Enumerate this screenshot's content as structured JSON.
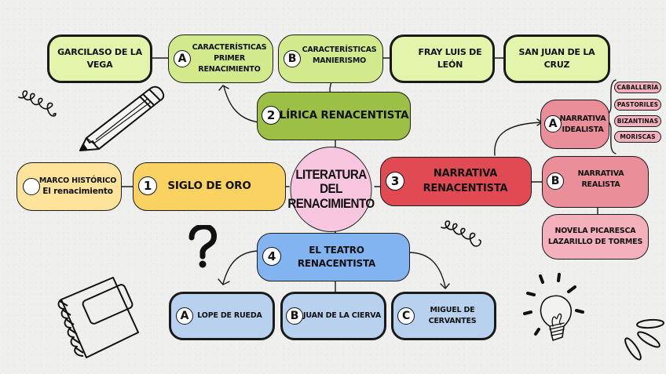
{
  "title": {
    "lines": [
      "LITERATURA",
      "DEL",
      "RENACIMIENTO"
    ]
  },
  "colors": {
    "lirica": "#9cc046",
    "lirica_sub": "#d2ea8c",
    "poets": "#e2f5ab",
    "siglo": "#f9d262",
    "marco": "#fde49a",
    "center": "#f8c6de",
    "narrativa": "#e24a53",
    "narrativa_sub": "#ea8e9a",
    "picaresca": "#f4b1bd",
    "teatro": "#81b4f0",
    "teatro_sub": "#b7d1ee"
  },
  "siglo_de_oro": {
    "badge": "1",
    "label": "SIGLO DE ORO",
    "marco": {
      "line1": "MARCO HISTÓRICO",
      "line2": "El renacimiento"
    }
  },
  "lirica": {
    "badge": "2",
    "label": "LÍRICA RENACENTISTA",
    "a": {
      "badge": "A",
      "lines": [
        "CARACTERÍSTICAS",
        "PRIMER",
        "RENACIMIENTO"
      ]
    },
    "b": {
      "badge": "B",
      "lines": [
        "CARACTERÍSTICAS",
        "MANIERISMO"
      ]
    },
    "poets": [
      "GARCILASO DE LA VEGA",
      "FRAY LUIS DE LEÓN",
      "SAN JUAN DE LA CRUZ"
    ]
  },
  "narrativa": {
    "badge": "3",
    "lines": [
      "NARRATIVA",
      "RENACENTISTA"
    ],
    "a": {
      "badge": "A",
      "lines": [
        "NARRATIVA",
        "IDEALISTA"
      ],
      "types": [
        "CABALLERÍA",
        "PASTORILES",
        "BIZANTINAS",
        "MORISCAS"
      ]
    },
    "b": {
      "badge": "B",
      "lines": [
        "NARRATIVA",
        "REALISTA"
      ]
    },
    "picaresca": {
      "lines": [
        "NOVELA PICARESCA",
        "LAZARILLO DE TORMES"
      ]
    }
  },
  "teatro": {
    "badge": "4",
    "lines": [
      "EL TEATRO",
      "RENACENTISTA"
    ],
    "items": [
      {
        "badge": "A",
        "lines": [
          "LOPE DE RUEDA"
        ]
      },
      {
        "badge": "B",
        "lines": [
          "JUAN DE LA CIERVA"
        ]
      },
      {
        "badge": "C",
        "lines": [
          "MIGUEL DE",
          "CERVANTES"
        ]
      }
    ]
  },
  "doodles": [
    "spiral-icon",
    "pencil-icon",
    "question-mark-icon",
    "spiral-icon",
    "notebook-icon",
    "lightbulb-icon",
    "sparkle-icon"
  ]
}
